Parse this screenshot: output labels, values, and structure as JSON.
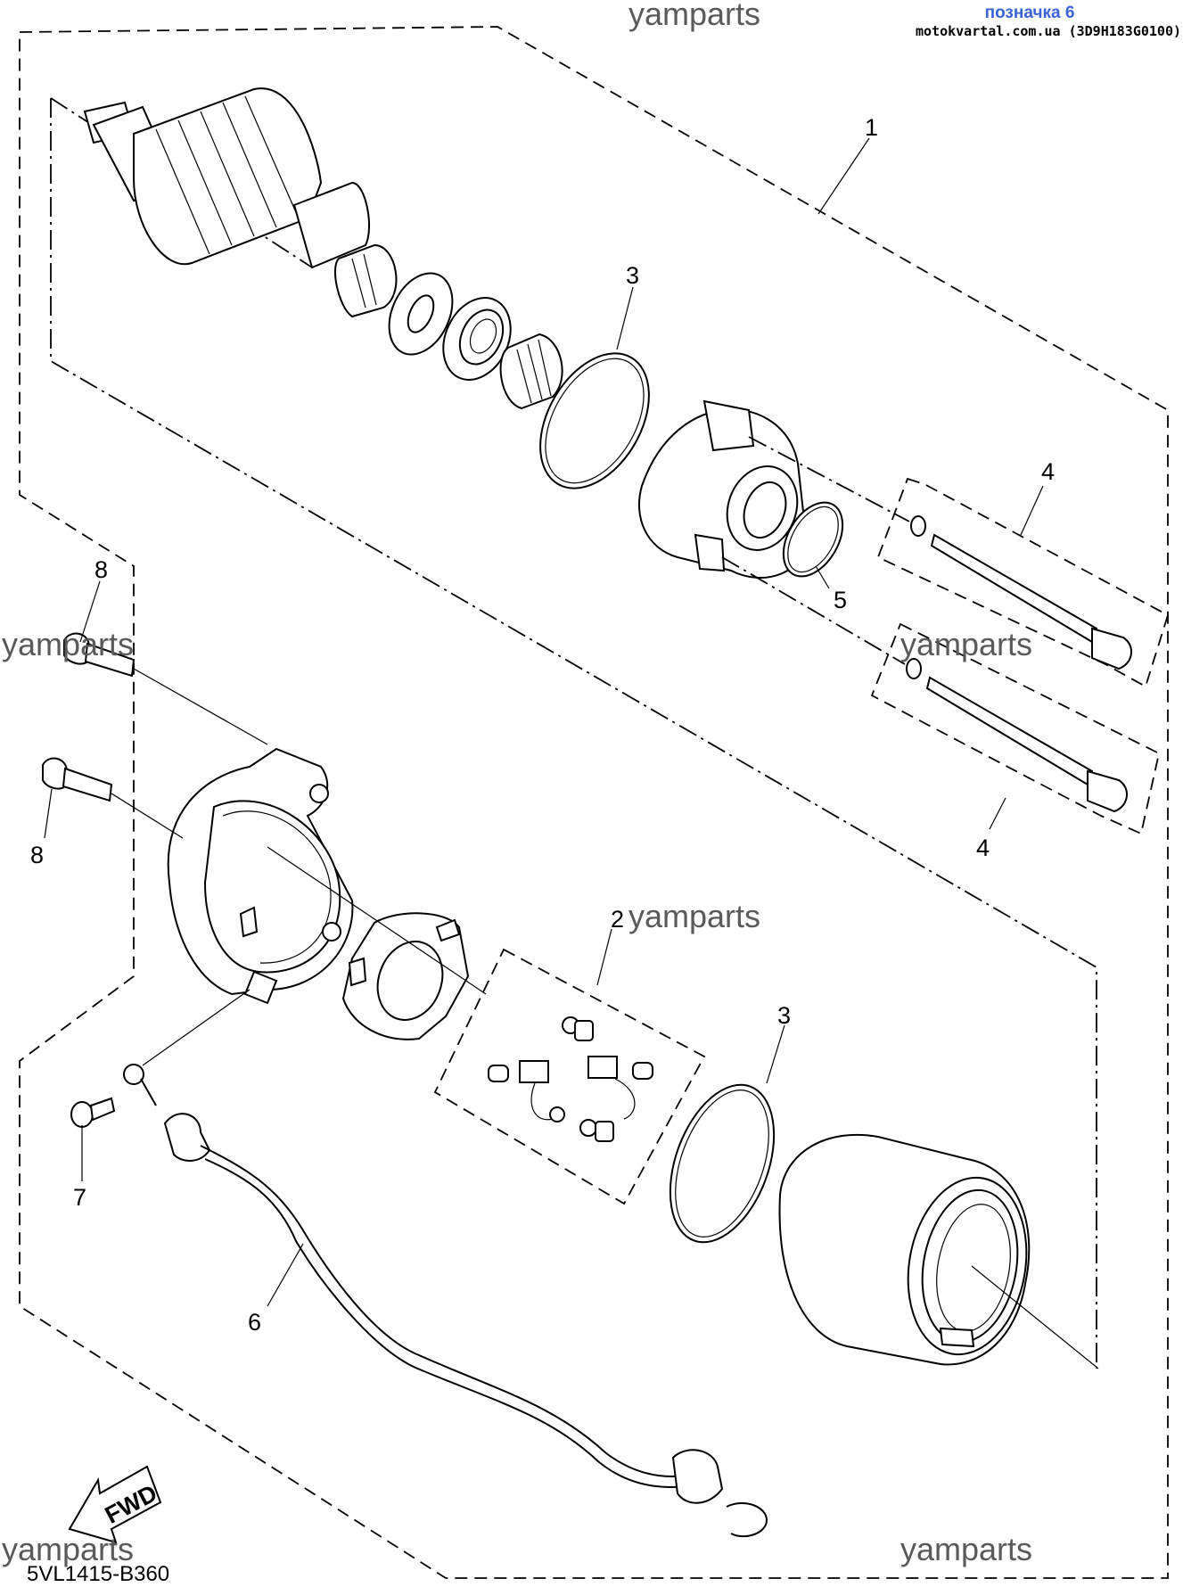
{
  "header": {
    "label": "позначка 6",
    "source": "motokvartal.com.ua (3D9H183G0100)"
  },
  "watermarks": {
    "top": "yamparts",
    "left_mid": "yamparts",
    "right_mid": "yamparts",
    "center": "yamparts",
    "bottom_left": "yamparts",
    "bottom_right": "yamparts"
  },
  "diagram_code": "5VL1415-B360",
  "fwd_label": "FWD",
  "callouts": {
    "c1": "1",
    "c2": "2",
    "c3a": "3",
    "c3b": "3",
    "c4a": "4",
    "c4b": "4",
    "c5": "5",
    "c6": "6",
    "c7": "7",
    "c8a": "8",
    "c8b": "8"
  }
}
